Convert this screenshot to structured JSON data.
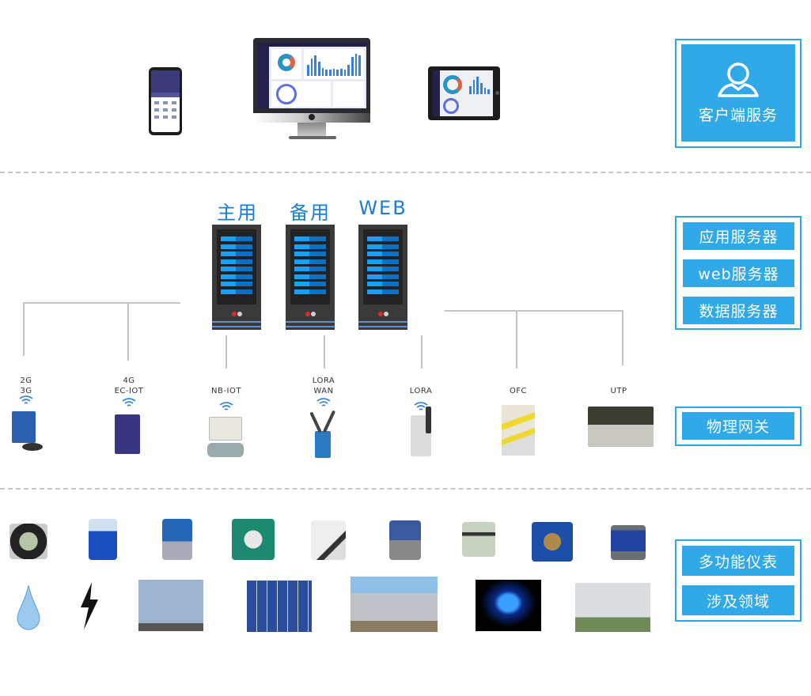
{
  "tiers": {
    "client": {
      "label": "客户端服务",
      "icon": "user-icon"
    },
    "servers": {
      "labels": [
        "应用服务器",
        "web服务器",
        "数据服务器"
      ]
    },
    "gateway": {
      "label": "物理网关"
    },
    "field": {
      "labels": [
        "多功能仪表",
        "涉及领域"
      ]
    }
  },
  "clients": [
    {
      "name": "smartphone",
      "label": "phone"
    },
    {
      "name": "desktop-monitor",
      "label": "monitor"
    },
    {
      "name": "tablet",
      "label": "tablet"
    }
  ],
  "servers": [
    {
      "label": "主用"
    },
    {
      "label": "备用"
    },
    {
      "label": "WEB"
    }
  ],
  "gateways": [
    {
      "label": "2G\n3G",
      "lines": [
        "2G",
        "3G"
      ],
      "wireless": true
    },
    {
      "label": "4G EC-IOT",
      "lines": [
        "4G",
        "EC-IOT"
      ],
      "wireless": true
    },
    {
      "label": "NB-IOT",
      "lines": [
        "",
        "NB-IOT"
      ],
      "wireless": true
    },
    {
      "label": "LORA WAN",
      "lines": [
        "LORA",
        "WAN"
      ],
      "wireless": true
    },
    {
      "label": "LORA",
      "lines": [
        "",
        "LORA"
      ],
      "wireless": true
    },
    {
      "label": "OFC",
      "lines": [
        "",
        "OFC"
      ],
      "wireless": false
    },
    {
      "label": "UTP",
      "lines": [
        "",
        "UTP"
      ],
      "wireless": false
    }
  ],
  "meters": [
    "flow-meter-display",
    "electromagnetic-flowmeter",
    "pressure-transmitter",
    "oval-gear-flowmeter",
    "camera",
    "temperature-transmitter",
    "gas-meter",
    "water-meter",
    "power-meter"
  ],
  "domains": [
    "water",
    "electricity",
    "wind-power",
    "solar-power",
    "gas-storage",
    "natural-gas",
    "transformer-substation"
  ],
  "colors": {
    "accent": "#2fa9e8",
    "server_label": "#1a7ed6",
    "connector": "#c4c4c4"
  }
}
